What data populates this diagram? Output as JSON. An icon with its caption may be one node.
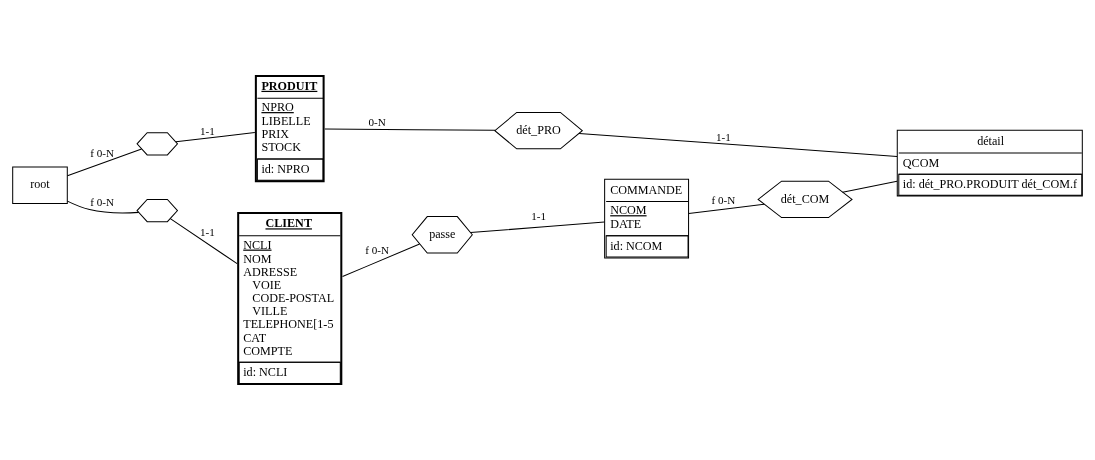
{
  "diagram": {
    "nodes": [
      {
        "text": [
          "root"
        ]
      },
      {
        "text": [],
        "shape": "hexagon"
      },
      {
        "text": [
          "PRODUIT",
          "NPRO",
          "LIBELLE",
          "PRIX",
          "STOCK",
          "id: NPRO"
        ]
      },
      {
        "text": [],
        "shape": "hexagon"
      },
      {
        "text": [
          "CLIENT",
          "NCLI",
          "NOM",
          "ADRESSE",
          "VOIE",
          "CODE-POSTAL",
          "VILLE",
          "TELEPHONE[1-5",
          "CAT",
          "COMPTE",
          "id: NCLI"
        ]
      },
      {
        "text": [
          "dét_PRO"
        ]
      },
      {
        "text": [
          "passe"
        ]
      },
      {
        "text": [
          "COMMANDE",
          "NCOM",
          "DATE",
          "id: NCOM"
        ]
      },
      {
        "text": [
          "dét_COM"
        ]
      },
      {
        "text": [
          "détail",
          "QCOM",
          "id: dét_PRO.PRODUIT dét_COM.f"
        ]
      }
    ],
    "edges": [
      {
        "from": 0,
        "to": 1,
        "arrow": "none",
        "label": "f 0-N"
      },
      {
        "from": 1,
        "to": 2,
        "arrow": "none",
        "label": "1-1"
      },
      {
        "from": 0,
        "to": 3,
        "arrow": "none",
        "label": "f 0-N"
      },
      {
        "from": 3,
        "to": 4,
        "arrow": "none",
        "label": "1-1"
      },
      {
        "from": 2,
        "to": 5,
        "arrow": "none",
        "label": "0-N"
      },
      {
        "from": 5,
        "to": 9,
        "arrow": "none",
        "label": "1-1"
      },
      {
        "from": 4,
        "to": 6,
        "arrow": "none",
        "label": "f 0-N"
      },
      {
        "from": 6,
        "to": 7,
        "arrow": "none",
        "label": "1-1"
      },
      {
        "from": 7,
        "to": 8,
        "arrow": "none",
        "label": "f 0-N"
      },
      {
        "from": 8,
        "to": 9,
        "arrow": "none"
      }
    ]
  }
}
